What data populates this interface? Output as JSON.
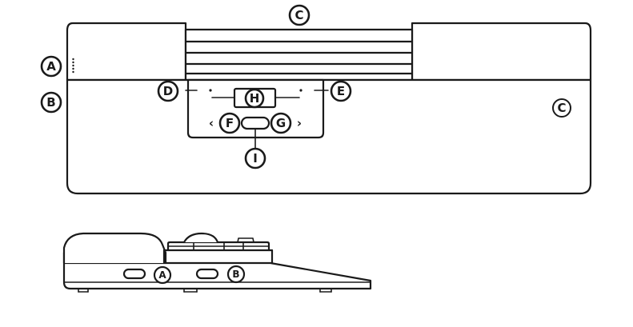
{
  "callouts": {
    "A": "A",
    "B": "B",
    "C": "C",
    "D": "D",
    "E": "E",
    "F": "F",
    "G": "G",
    "H": "H",
    "I": "I"
  },
  "side_callouts": {
    "A": "A",
    "B": "B"
  },
  "glyphs": {
    "left_arrow": "‹",
    "right_arrow": "›"
  },
  "brand_mark": "C"
}
